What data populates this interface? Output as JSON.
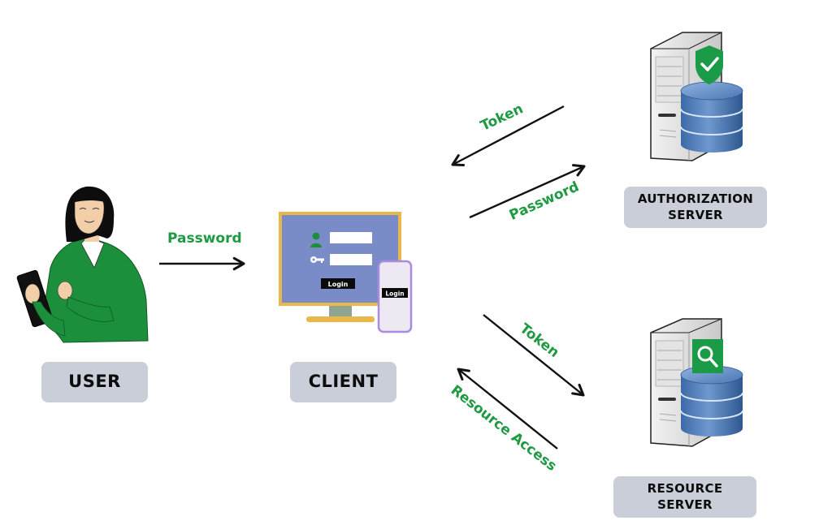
{
  "nodes": {
    "user": {
      "label": "USER"
    },
    "client": {
      "label": "CLIENT",
      "screen_login_label": "Login",
      "phone_login_label": "Login"
    },
    "authorization_server": {
      "label_line1": "AUTHORIZATION",
      "label_line2": "SERVER",
      "badge_icon": "shield-check-icon"
    },
    "resource_server": {
      "label_line1": "RESOURCE",
      "label_line2": "SERVER",
      "badge_icon": "magnifier-icon"
    }
  },
  "edges": {
    "user_to_client": {
      "label": "Password",
      "from": "USER",
      "to": "CLIENT"
    },
    "auth_to_client": {
      "label": "Token",
      "from": "AUTHORIZATION SERVER",
      "to": "CLIENT"
    },
    "client_to_auth": {
      "label": "Password",
      "from": "CLIENT",
      "to": "AUTHORIZATION SERVER"
    },
    "client_to_resource": {
      "label": "Token",
      "from": "CLIENT",
      "to": "RESOURCE SERVER"
    },
    "resource_to_client": {
      "label": "Resource Access",
      "from": "RESOURCE SERVER",
      "to": "CLIENT"
    }
  },
  "colors": {
    "edge_label": "#1e9a42",
    "label_box": "#c9ced8",
    "accent_green": "#1b8f3c",
    "monitor_frame": "#e8b84a",
    "monitor_screen": "#7a8cc8",
    "phone_border": "#a98be0",
    "db_blue": "#4f7ab5"
  }
}
